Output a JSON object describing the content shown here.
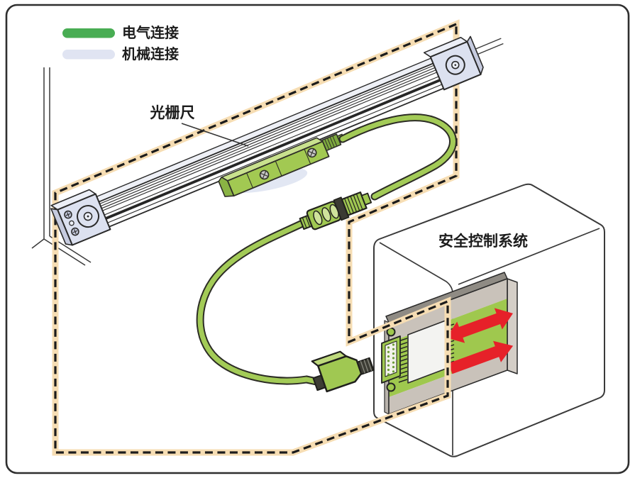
{
  "legend": {
    "items": [
      {
        "label": "电气连接",
        "color": "#48ad53"
      },
      {
        "label": "机械连接",
        "color": "#e0e4f2"
      }
    ]
  },
  "labels": {
    "scale_label": "光栅尺",
    "system_label": "安全控制系统"
  },
  "colors": {
    "cable_green": "#a3cb57",
    "head_green": "#a2c952",
    "red_arrow": "#e62129",
    "dash_color": "#1c1c1c",
    "dash_band": "#f6ddb3",
    "cap_lavender": "#dce1f0",
    "card_green": "#9fc84e",
    "shadow_blue": "#e2e7f3"
  }
}
